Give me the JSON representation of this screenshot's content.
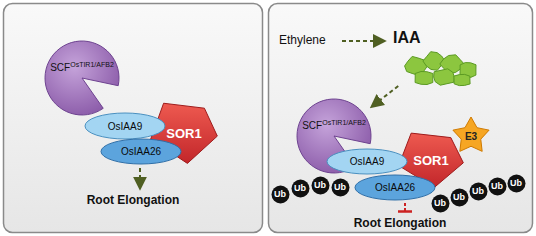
{
  "diagram": {
    "nodes": [
      {
        "text": [
          "SCF",
          "OsTIR1/AFB2"
        ]
      },
      {
        "text": [
          "OsIAA9"
        ]
      },
      {
        "text": [
          "SOR1"
        ]
      },
      {
        "text": [
          "OsIAA26"
        ]
      },
      {
        "text": [
          "IAA"
        ]
      },
      {
        "text": [
          "SCF",
          "OsTIR1/AFB2"
        ]
      },
      {
        "text": [
          "OsIAA9"
        ]
      },
      {
        "text": [
          "SOR1"
        ]
      },
      {
        "text": [
          "E3"
        ]
      },
      {
        "text": [
          "OsIAA26"
        ]
      },
      {
        "text": [
          "Ub"
        ]
      },
      {
        "text": [
          "Ub"
        ]
      },
      {
        "text": [
          "Ub"
        ]
      },
      {
        "text": [
          "Ub"
        ]
      },
      {
        "text": [
          "Ub"
        ]
      },
      {
        "text": [
          "Ub"
        ]
      },
      {
        "text": [
          "Ub"
        ]
      },
      {
        "text": [
          "Ub"
        ]
      },
      {
        "text": [
          "Ub"
        ]
      }
    ],
    "edges": [
      {
        "from": 4,
        "to": 5,
        "arrow": "to"
      }
    ],
    "labels": [
      "Root Elongation",
      "Ethylene",
      "Root Elongation"
    ]
  }
}
